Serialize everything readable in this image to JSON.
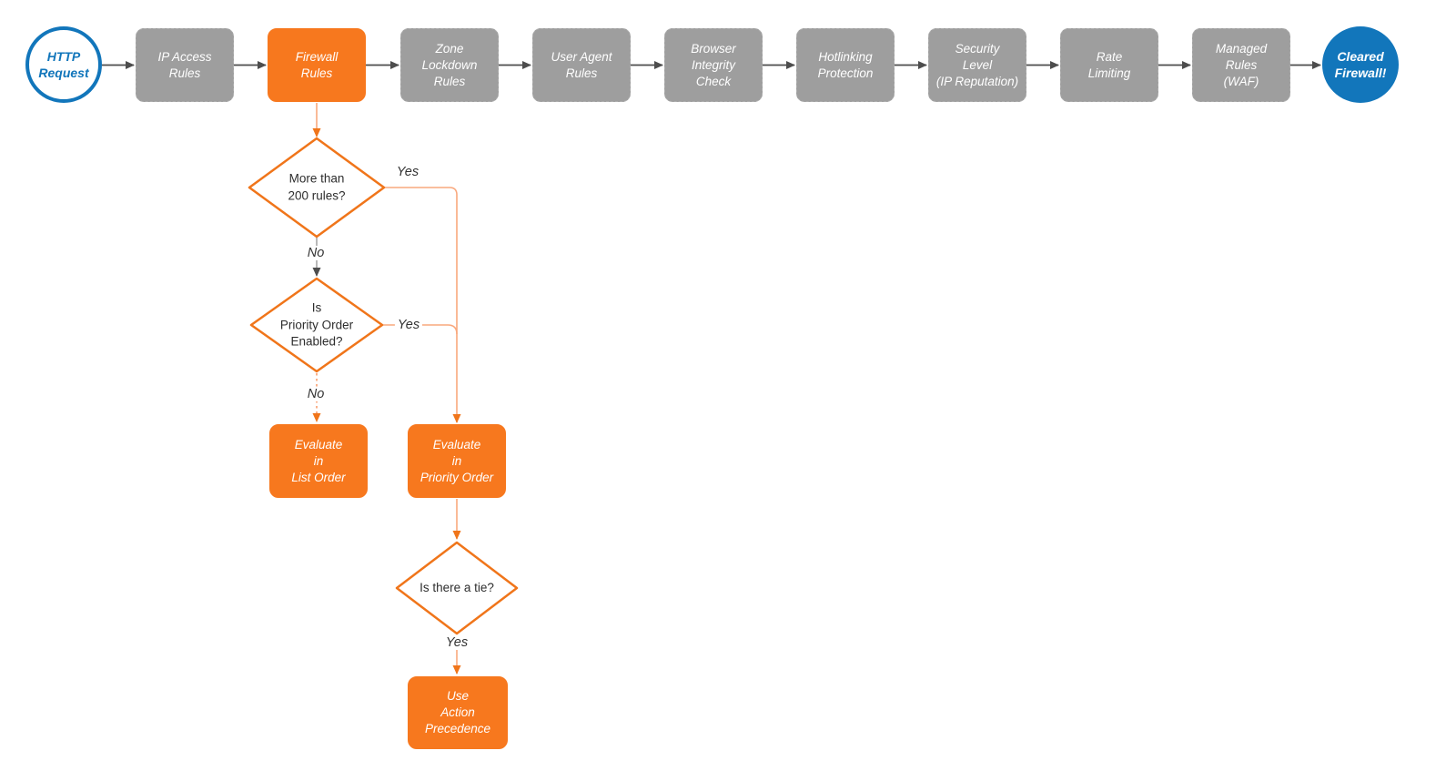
{
  "pipeline": {
    "http_request": {
      "label": "HTTP\nRequest"
    },
    "ip_access": {
      "label": "IP Access\nRules"
    },
    "firewall_rules": {
      "label": "Firewall\nRules"
    },
    "zone_lockdown": {
      "label": "Zone\nLockdown\nRules"
    },
    "user_agent": {
      "label": "User Agent\nRules"
    },
    "browser_integrity": {
      "label": "Browser\nIntegrity\nCheck"
    },
    "hotlinking": {
      "label": "Hotlinking\nProtection"
    },
    "security_level": {
      "label": "Security\nLevel\n(IP Reputation)"
    },
    "rate_limiting": {
      "label": "Rate\nLimiting"
    },
    "managed_rules": {
      "label": "Managed\nRules\n(WAF)"
    },
    "cleared_firewall": {
      "label": "Cleared\nFirewall!"
    }
  },
  "decisions": {
    "more_than_200": {
      "label": "More than\n200 rules?"
    },
    "priority_enabled": {
      "label": "Is\nPriority Order\nEnabled?"
    },
    "is_there_a_tie": {
      "label": "Is there a tie?"
    }
  },
  "processes": {
    "evaluate_list": {
      "label": "Evaluate\nin\nList Order"
    },
    "evaluate_priority": {
      "label": "Evaluate\nin\nPriority Order"
    },
    "action_precedence": {
      "label": "Use\nAction\nPrecedence"
    }
  },
  "edge_labels": {
    "d1_yes": "Yes",
    "d1_no": "No",
    "d2_yes": "Yes",
    "d2_no": "No",
    "d3_yes": "Yes"
  },
  "colors": {
    "orange_fill": "#F7781E",
    "orange_stroke": "#F0751A",
    "orange_wire": "#F9A87D",
    "gray_node": "#9E9E9E",
    "gray_wire_dark": "#4D4D4D",
    "gray_wire_light": "#999999",
    "blue": "#1276BB",
    "text_dark": "#2D2D2D",
    "node_text": "#FFFFFF"
  }
}
